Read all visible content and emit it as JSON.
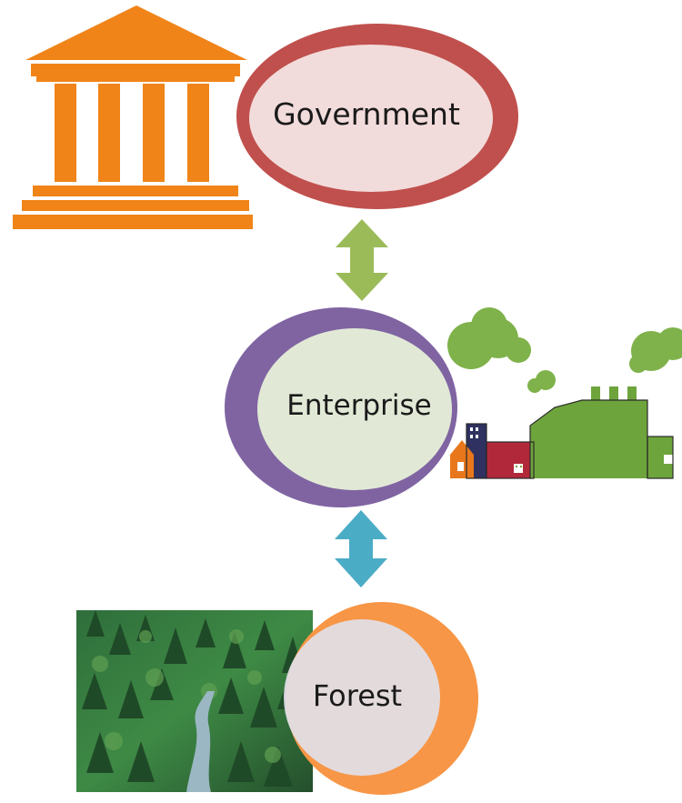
{
  "diagram": {
    "nodes": [
      {
        "id": "government",
        "label": "Government",
        "ring_color": "#c0504d",
        "fill_color": "#f2dcdb",
        "icon": "government-building-icon",
        "icon_color": "#f08419"
      },
      {
        "id": "enterprise",
        "label": "Enterprise",
        "ring_color": "#8064a2",
        "fill_color": "#e1e9d6",
        "icon": "factory-icon",
        "icon_color": "#70a83b"
      },
      {
        "id": "forest",
        "label": "Forest",
        "ring_color": "#f79646",
        "fill_color": "#e1dfe9",
        "icon": "forest-photo",
        "icon_color": "#2e6b3a"
      }
    ],
    "connectors": [
      {
        "from": "government",
        "to": "enterprise",
        "type": "double-arrow",
        "color": "#9bbb59"
      },
      {
        "from": "enterprise",
        "to": "forest",
        "type": "double-arrow",
        "color": "#4bacc6"
      }
    ]
  }
}
